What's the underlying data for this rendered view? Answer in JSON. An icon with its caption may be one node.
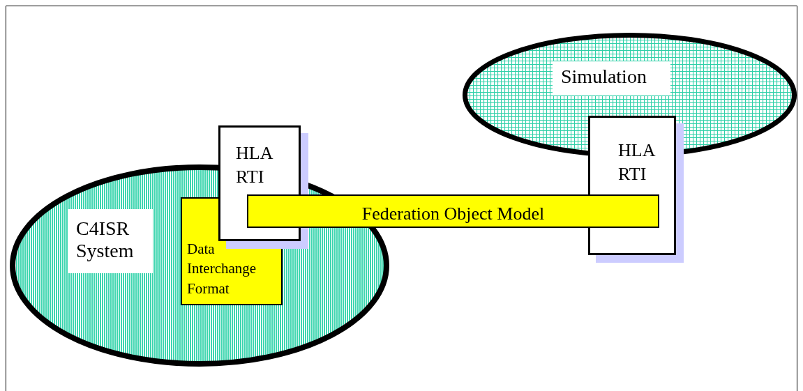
{
  "diagram": {
    "nodes": [
      {
        "text": [
          "C4ISR System"
        ]
      },
      {
        "text": [
          "Data Interchange Format"
        ],
        "in": 0
      },
      {
        "text": [
          "HLA RTI"
        ]
      },
      {
        "text": [
          "Simulation"
        ]
      },
      {
        "text": [
          "HLA RTI"
        ]
      },
      {
        "text": [
          "Federation Object Model"
        ]
      }
    ],
    "edges": []
  }
}
